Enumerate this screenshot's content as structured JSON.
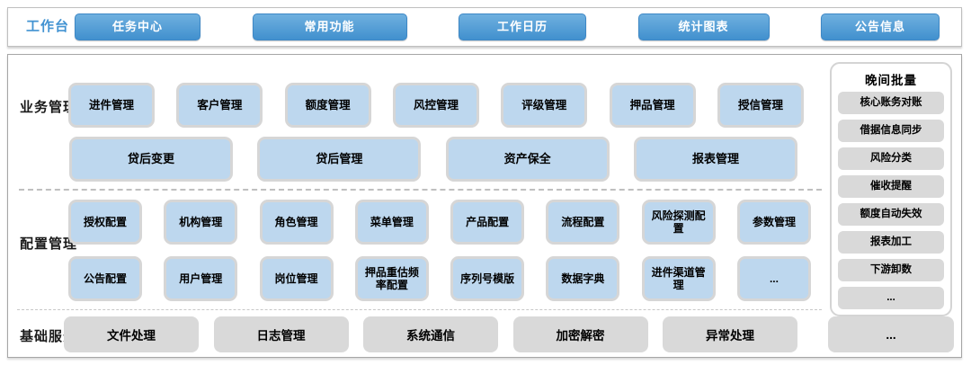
{
  "topbar": {
    "label": "工作台",
    "buttons": [
      "任务中心",
      "常用功能",
      "工作日历",
      "统计图表",
      "公告信息"
    ]
  },
  "business": {
    "label": "业务管理",
    "row1": [
      "进件管理",
      "客户管理",
      "额度管理",
      "风控管理",
      "评级管理",
      "押品管理",
      "授信管理"
    ],
    "row2": [
      "贷后变更",
      "贷后管理",
      "资产保全",
      "报表管理"
    ]
  },
  "config": {
    "label": "配置管理",
    "row1": [
      "授权配置",
      "机构管理",
      "角色管理",
      "菜单管理",
      "产品配置",
      "流程配置",
      "风险探测配置",
      "参数管理"
    ],
    "row2": [
      "公告配置",
      "用户管理",
      "岗位管理",
      "押品重估频率配置",
      "序列号模版",
      "数据字典",
      "进件渠道管理",
      "..."
    ]
  },
  "basic": {
    "label": "基础服务",
    "items": [
      "文件处理",
      "日志管理",
      "系统通信",
      "加密解密",
      "异常处理"
    ],
    "more": "..."
  },
  "batch": {
    "title": "晚间批量",
    "items": [
      "核心账务对账",
      "借据信息同步",
      "风险分类",
      "催收提醒",
      "额度自动失效",
      "报表加工",
      "下游卸数",
      "..."
    ]
  },
  "colors": {
    "accent_blue": "#4190CE",
    "light_blue_box": "#BDD7EE",
    "gray_box": "#D9D9D9",
    "box_border": "#D6D6D6"
  }
}
